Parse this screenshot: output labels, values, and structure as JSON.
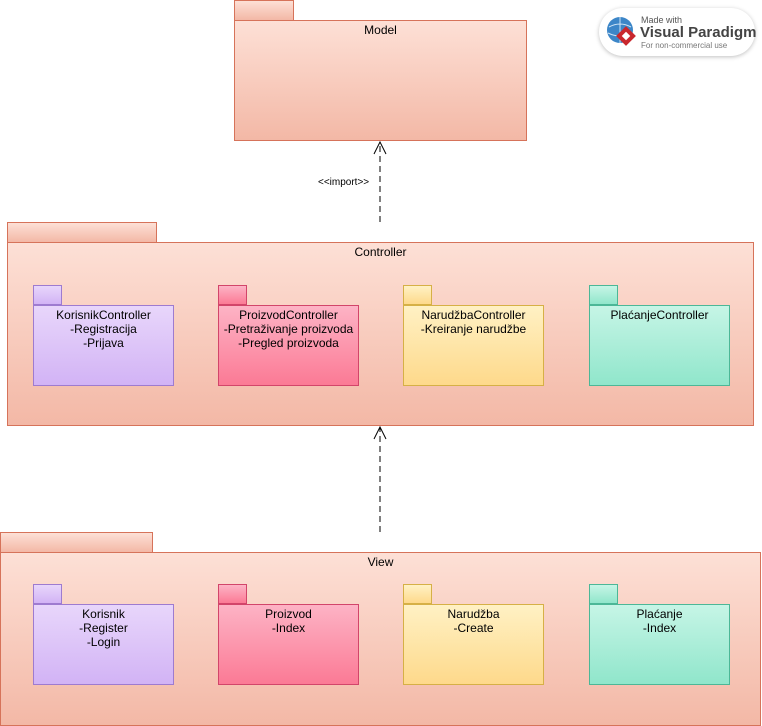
{
  "packages": {
    "model": {
      "title": "Model"
    },
    "controller": {
      "title": "Controller",
      "children": [
        {
          "name": "KorisnikController",
          "lines": [
            "-Registracija",
            "-Prijava"
          ]
        },
        {
          "name": "ProizvodController",
          "lines": [
            "-Pretraživanje proizvoda",
            "-Pregled proizvoda"
          ]
        },
        {
          "name": "NarudžbaController",
          "lines": [
            "-Kreiranje narudžbe"
          ]
        },
        {
          "name": "PlaćanjeController",
          "lines": []
        }
      ]
    },
    "view": {
      "title": "View",
      "children": [
        {
          "name": "Korisnik",
          "lines": [
            "-Register",
            "-Login"
          ]
        },
        {
          "name": "Proizvod",
          "lines": [
            "-Index"
          ]
        },
        {
          "name": "Narudžba",
          "lines": [
            "-Create"
          ]
        },
        {
          "name": "Plaćanje",
          "lines": [
            "-Index"
          ]
        }
      ]
    }
  },
  "relations": {
    "controller_to_model": {
      "stereotype": "<<import>>"
    }
  },
  "watermark": {
    "made_with": "Made with",
    "brand": "Visual Paradigm",
    "note": "For non-commercial use"
  }
}
